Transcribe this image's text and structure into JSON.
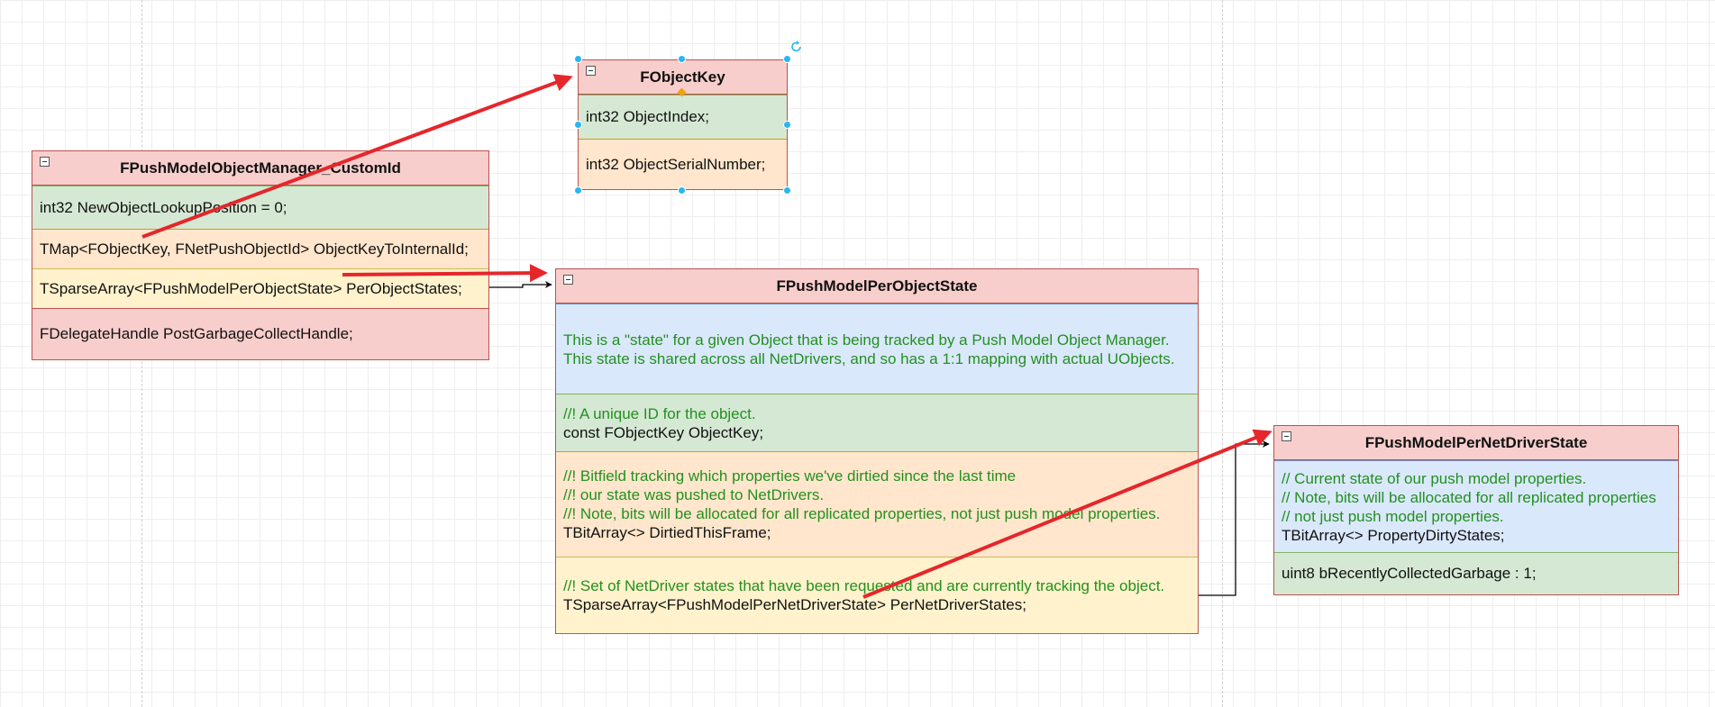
{
  "objectKey": {
    "title": "FObjectKey",
    "field1": "int32 ObjectIndex;",
    "field2": "int32 ObjectSerialNumber;"
  },
  "manager": {
    "title": "FPushModelObjectManager_CustomId",
    "field1": "int32 NewObjectLookupPosition = 0;",
    "field2": "TMap<FObjectKey, FNetPushObjectId> ObjectKeyToInternalId;",
    "field3": "TSparseArray<FPushModelPerObjectState> PerObjectStates;",
    "field4": "FDelegateHandle PostGarbageCollectHandle;"
  },
  "perObject": {
    "title": "FPushModelPerObjectState",
    "desc1": "This is a \"state\" for a given Object that is being tracked by a Push Model Object Manager.",
    "desc2": "This state is shared across all NetDrivers, and so has a 1:1 mapping with actual UObjects.",
    "key_comment": "//! A unique ID for the object.",
    "key_field": "const FObjectKey ObjectKey;",
    "dirty_c1": "//! Bitfield tracking which properties we've dirtied since the last time",
    "dirty_c2": "//! our state was pushed to NetDrivers.",
    "dirty_c3": "//! Note, bits will be allocated for all replicated properties, not just push model properties.",
    "dirty_field": "TBitArray<> DirtiedThisFrame;",
    "states_comment": "//! Set of NetDriver states that have been requested and are currently tracking the object.",
    "states_field": "TSparseArray<FPushModelPerNetDriverState> PerNetDriverStates;"
  },
  "perNetDriver": {
    "title": "FPushModelPerNetDriverState",
    "c1": "// Current state of our push model properties.",
    "c2": "// Note, bits will be allocated for all replicated properties",
    "c3": "// not just push model properties.",
    "field1": "TBitArray<> PropertyDirtyStates;",
    "field2": "uint8 bRecentlyCollectedGarbage : 1;"
  },
  "colors": {
    "header": "#f8cecc",
    "green": "#d5e8d4",
    "orange": "#ffe6cc",
    "yellow": "#fff2cc",
    "blue": "#dae8fc",
    "comment_text": "#23901f",
    "arrow_red": "#e5262b",
    "selection": "#29b6f2"
  }
}
